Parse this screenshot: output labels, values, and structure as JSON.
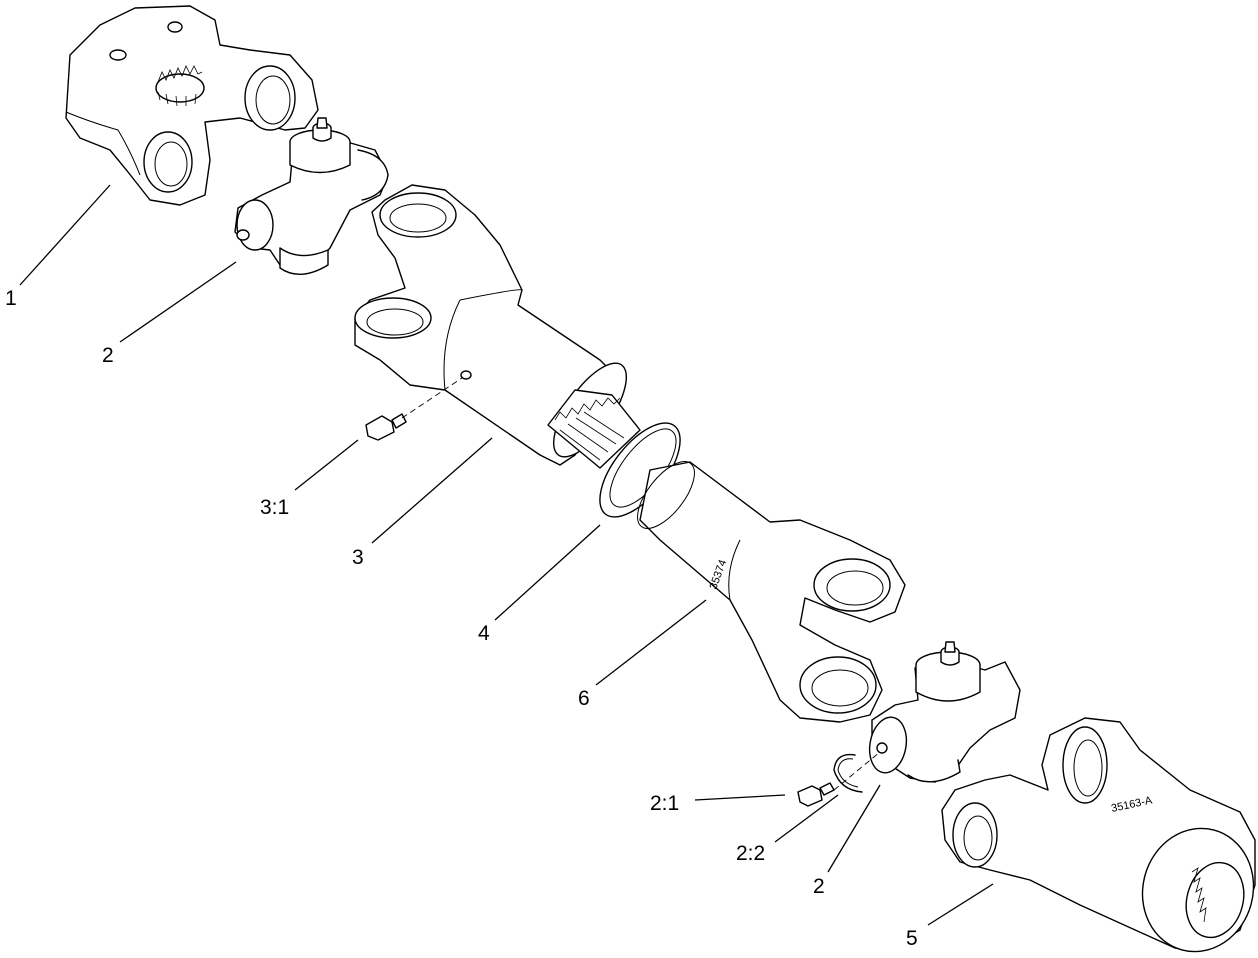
{
  "callouts": {
    "c1": "1",
    "c2_upper": "2",
    "c3_1": "3:1",
    "c3": "3",
    "c4": "4",
    "c6": "6",
    "c2_1": "2:1",
    "c2_2": "2:2",
    "c2_lower": "2",
    "c5": "5"
  },
  "part_stamps": {
    "yoke_6": "35374",
    "yoke_5": "35163-A"
  }
}
